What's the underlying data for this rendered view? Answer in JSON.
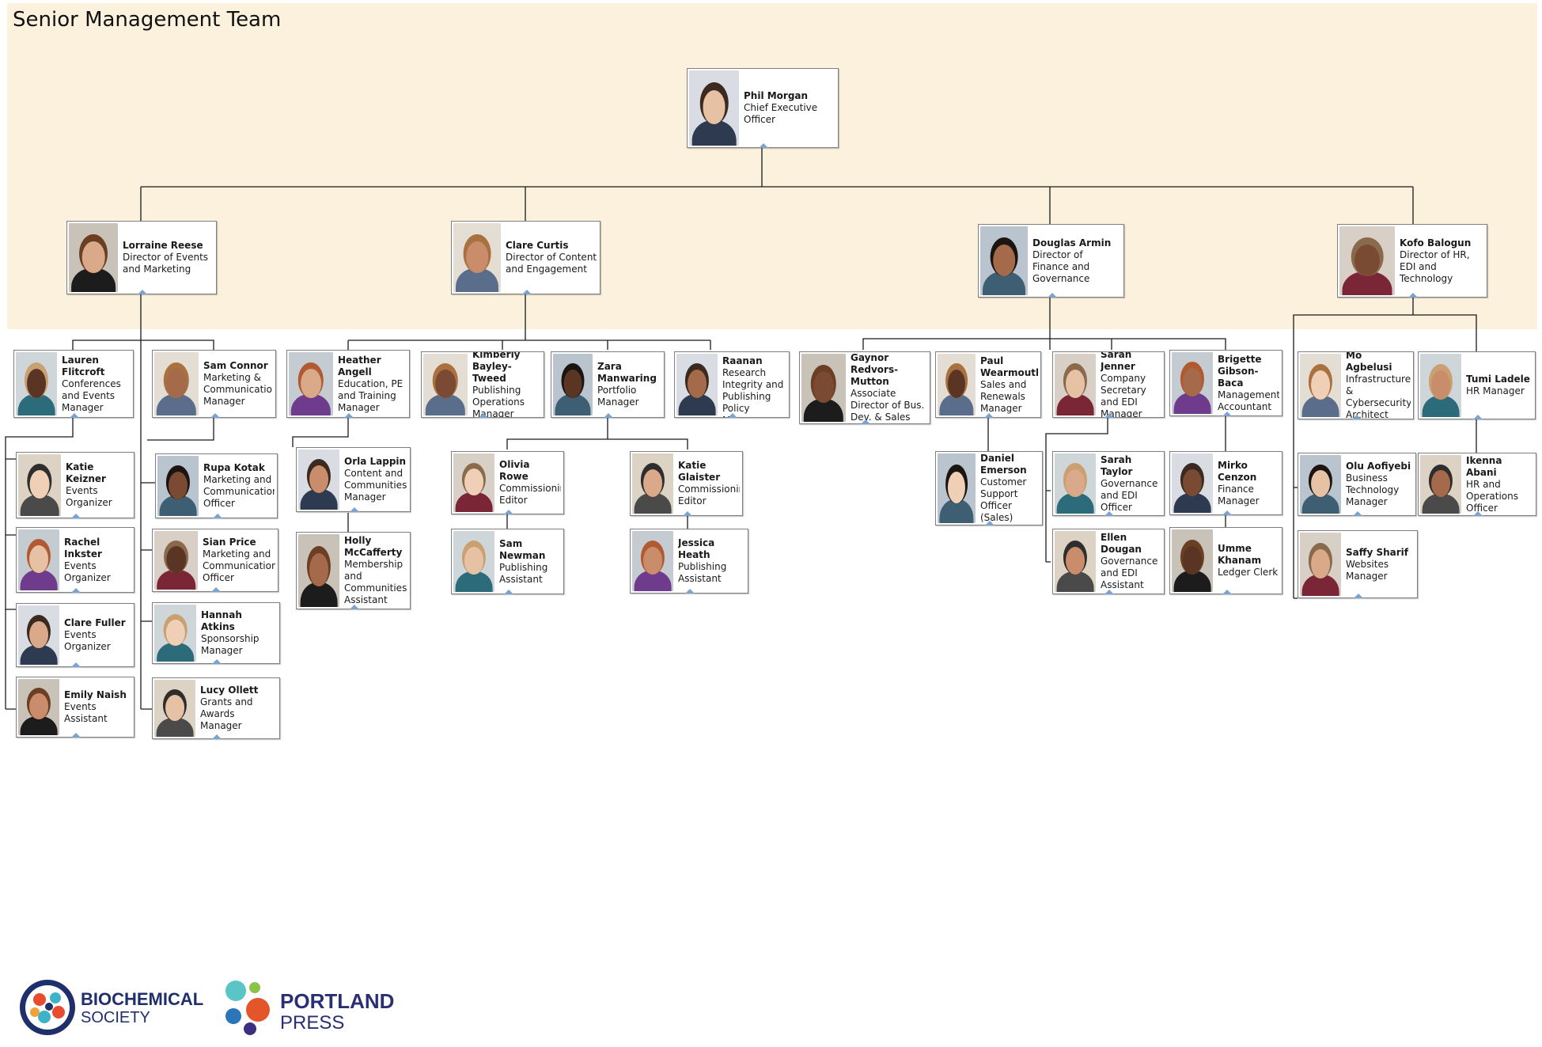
{
  "title": "Senior Management Team",
  "colors": {
    "banner": "#fbf1dc",
    "line": "#1a1a1a",
    "border": "#7f7f7f",
    "nub": "#7aa3cf"
  },
  "ceo": {
    "name": "Phil Morgan",
    "role": "Chief Executive Officer"
  },
  "directors": [
    {
      "name": "Lorraine Reese",
      "role": "Director of Events and Marketing"
    },
    {
      "name": "Clare Curtis",
      "role": "Director of Content and Engagement"
    },
    {
      "name": "Douglas Armin",
      "role": "Director of Finance and Governance"
    },
    {
      "name": "Kofo Balogun",
      "role": "Director of HR, EDI and Technology"
    }
  ],
  "staff": [
    {
      "name": "Lauren Flitcroft",
      "role": "Conferences and Events Manager"
    },
    {
      "name": "Katie Keizner",
      "role": "Events Organizer"
    },
    {
      "name": "Rachel Inkster",
      "role": "Events Organizer"
    },
    {
      "name": "Clare Fuller",
      "role": "Events Organizer"
    },
    {
      "name": "Emily Naish",
      "role": "Events Assistant"
    },
    {
      "name": "Sam Connor",
      "role": "Marketing & Communications Manager"
    },
    {
      "name": "Rupa Kotak",
      "role": "Marketing and Communications Officer"
    },
    {
      "name": "Sian Price",
      "role": "Marketing and Communications Officer"
    },
    {
      "name": "Hannah Atkins",
      "role": "Sponsorship Manager"
    },
    {
      "name": "Lucy Ollett",
      "role": "Grants and Awards Manager"
    },
    {
      "name": "Heather Angell",
      "role": "Education, PE and Training Manager"
    },
    {
      "name": "Orla Lappin",
      "role": "Content and Communities Manager"
    },
    {
      "name": "Holly McCafferty",
      "role": "Membership and Communities Assistant"
    },
    {
      "name": "Kimberly Bayley-Tweed",
      "role": "Publishing Operations Manager"
    },
    {
      "name": "Zara Manwaring",
      "role": "Portfolio Manager"
    },
    {
      "name": "Olivia Rowe",
      "role": "Commissioning Editor"
    },
    {
      "name": "Sam Newman",
      "role": "Publishing Assistant"
    },
    {
      "name": "Katie Glaister",
      "role": "Commissioning Editor"
    },
    {
      "name": "Jessica Heath",
      "role": "Publishing Assistant"
    },
    {
      "name": "Dani Raanan",
      "role": "Research Integrity and Publishing Policy Manager"
    },
    {
      "name": "Gaynor Redvors-Mutton",
      "role": "Associate Director of Bus. Dev. & Sales"
    },
    {
      "name": "Paul Wearmouth",
      "role": "Sales and Renewals Manager"
    },
    {
      "name": "Daniel Emerson",
      "role": "Customer Support Officer (Sales)"
    },
    {
      "name": "Sarah Jenner",
      "role": "Company Secretary and EDI Manager"
    },
    {
      "name": "Sarah Taylor",
      "role": "Governance and EDI Officer"
    },
    {
      "name": "Ellen Dougan",
      "role": "Governance and EDI Assistant"
    },
    {
      "name": "Brigette Gibson-Baca",
      "role": "Management Accountant"
    },
    {
      "name": "Mirko Cenzon",
      "role": "Finance Manager"
    },
    {
      "name": "Umme Khanam",
      "role": "Ledger Clerk"
    },
    {
      "name": "Mo Agbelusi",
      "role": "Infrastructure & Cybersecurity Architect"
    },
    {
      "name": "Olu Aofiyebi",
      "role": "Business Technology Manager"
    },
    {
      "name": "Saffy Sharif",
      "role": "Websites Manager"
    },
    {
      "name": "Tumi Ladele",
      "role": "HR Manager"
    },
    {
      "name": "Ikenna Abani",
      "role": "HR and Operations Officer"
    }
  ],
  "logos": [
    {
      "line1": "BIOCHEMICAL",
      "line2": "SOCIETY",
      "color": "#1f2f6b"
    },
    {
      "line1": "PORTLAND",
      "line2": "PRESS",
      "color": "#2a2f73"
    }
  ]
}
